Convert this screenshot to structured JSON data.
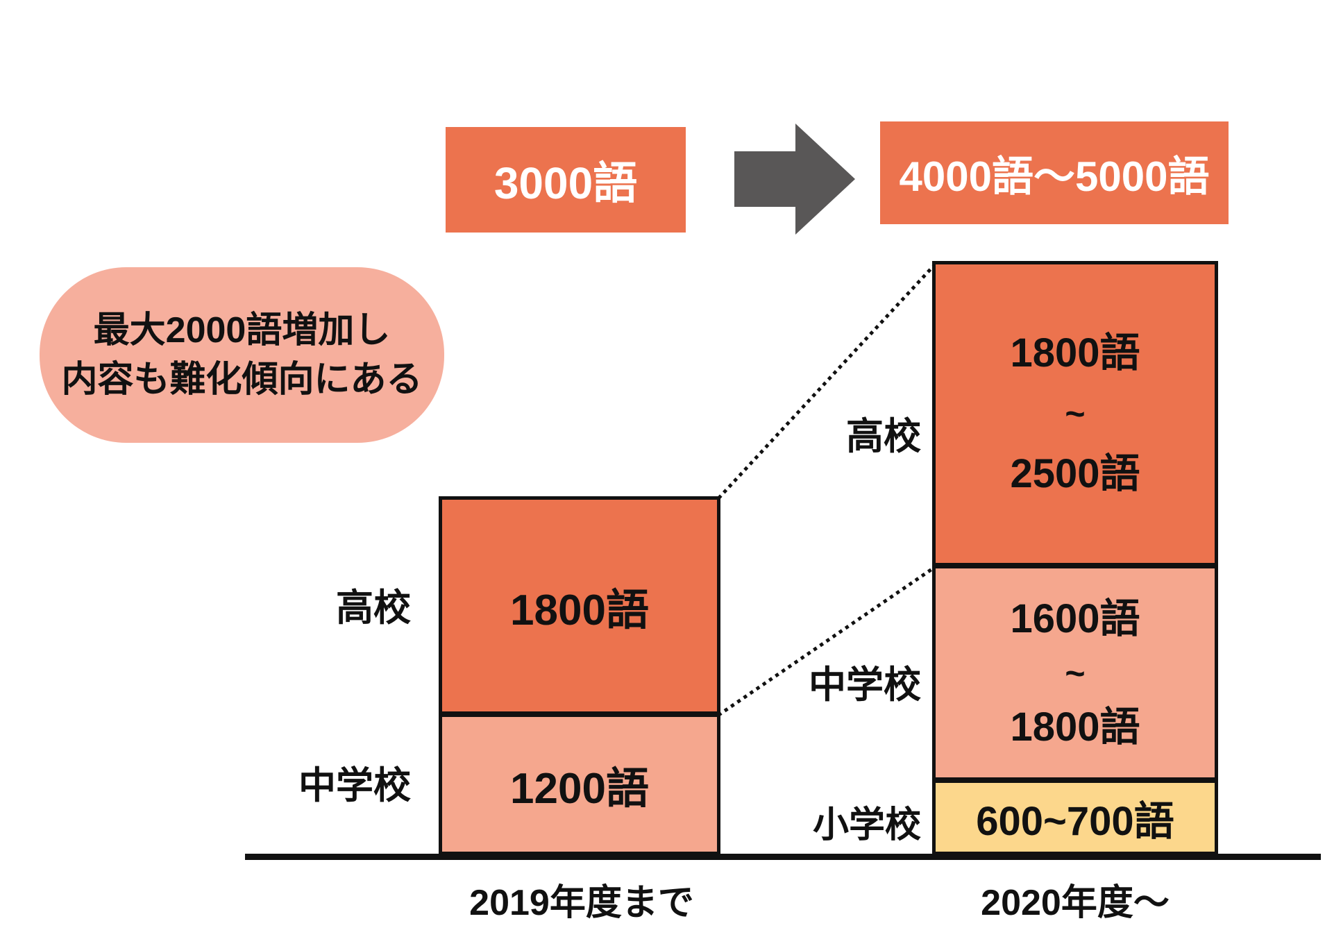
{
  "flow": {
    "before_label": "3000語",
    "after_label": "4000語～5000語"
  },
  "callout": {
    "line1": "最大2000語増加し",
    "line2": "内容も難化傾向にある"
  },
  "bars": {
    "before": {
      "axis_label": "2019年度まで",
      "hs": {
        "label": "高校",
        "value": "1800語"
      },
      "jhs": {
        "label": "中学校",
        "value": "1200語"
      }
    },
    "after": {
      "axis_label": "2020年度～",
      "hs": {
        "label": "高校",
        "lines": [
          "1800語",
          "~",
          "2500語"
        ]
      },
      "jhs": {
        "label": "中学校",
        "lines": [
          "1600語",
          "~",
          "1800語"
        ]
      },
      "es": {
        "label": "小学校",
        "value": "600~700語"
      }
    }
  },
  "colors": {
    "orange": "#EC734E",
    "salmon": "#F5A78E",
    "bubble_pink": "#F6AF9D",
    "yellow": "#FCD78C",
    "arrow_gray": "#595757",
    "line_black": "#111111"
  },
  "chart_data": {
    "type": "bar",
    "stacked": true,
    "unit": "語",
    "grid": false,
    "legend_position": "none",
    "categories": [
      "2019年度まで",
      "2020年度～"
    ],
    "totals": [
      "3000語",
      "4000語～5000語"
    ],
    "series": [
      {
        "name": "小学校",
        "color": "#FCD78C",
        "ranges": [
          [
            0,
            0
          ],
          [
            600,
            700
          ]
        ],
        "value_labels": [
          "",
          "600~700語"
        ]
      },
      {
        "name": "中学校",
        "color": "#F5A78E",
        "ranges": [
          [
            1200,
            1200
          ],
          [
            1600,
            1800
          ]
        ],
        "value_labels": [
          "1200語",
          "1600語~1800語"
        ]
      },
      {
        "name": "高校",
        "color": "#EC734E",
        "ranges": [
          [
            1800,
            1800
          ],
          [
            1800,
            2500
          ]
        ],
        "value_labels": [
          "1800語",
          "1800語~2500語"
        ]
      }
    ],
    "annotation": "最大2000語増加し 内容も難化傾向にある"
  }
}
